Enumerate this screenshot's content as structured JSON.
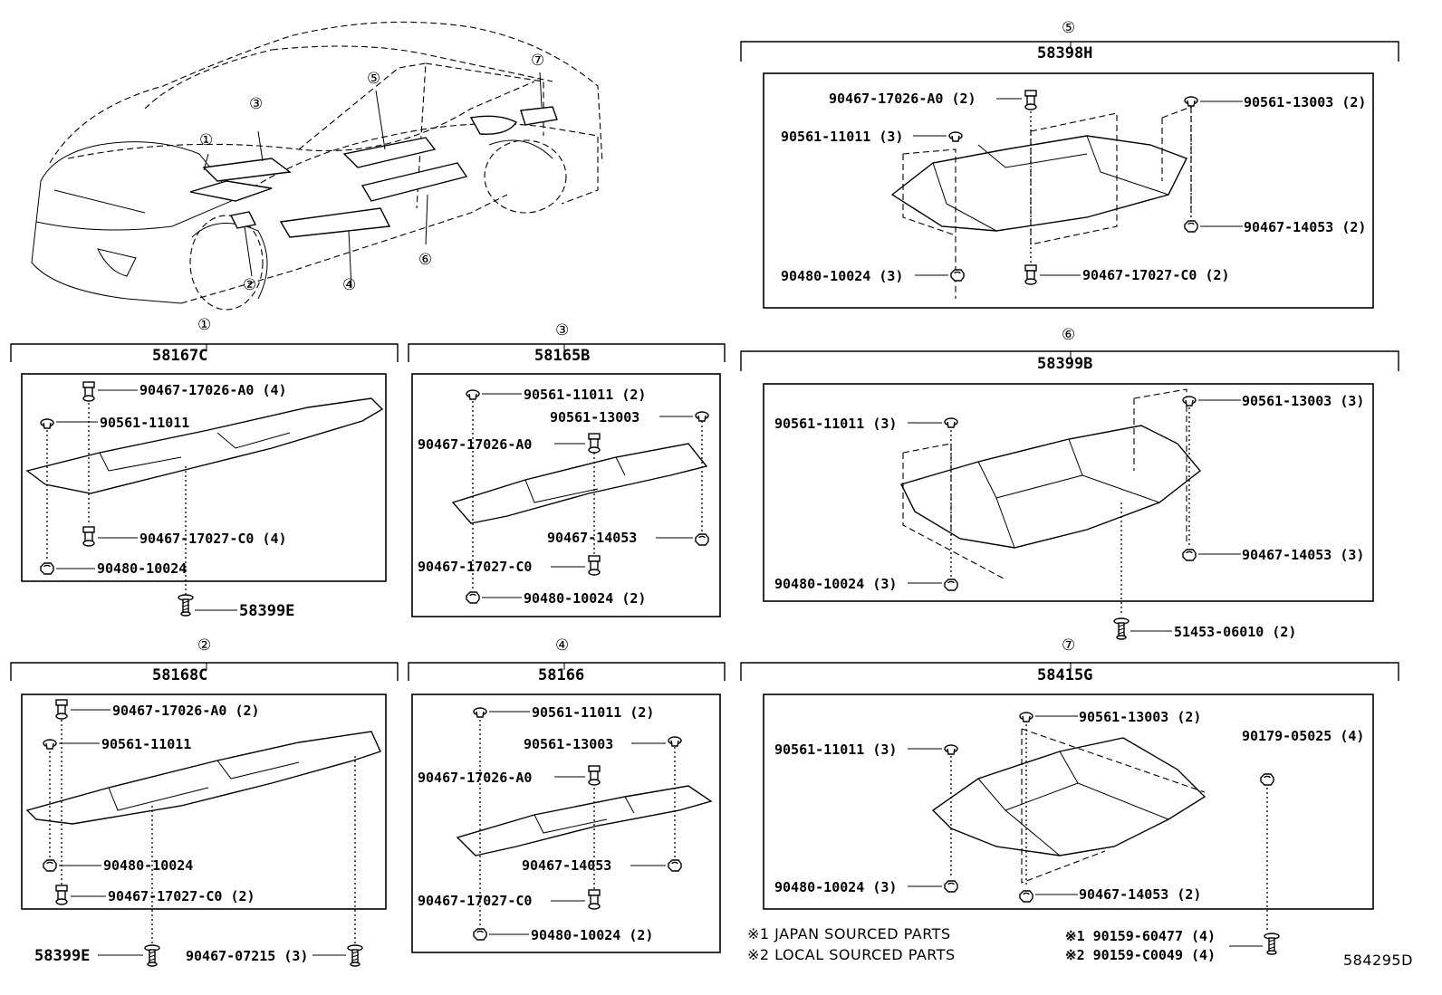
{
  "diagram_id": "584295D",
  "notes": [
    "※1 JAPAN SOURCED PARTS",
    "※2 LOCAL SOURCED PARTS"
  ],
  "note_parts": [
    "※1 90159-60477 (4)",
    "※2 90159-C0049 (4)"
  ],
  "callouts": [
    "①",
    "②",
    "③",
    "④",
    "⑤",
    "⑥",
    "⑦"
  ],
  "groups": {
    "g1": {
      "num": "①",
      "code": "58167C",
      "labels": [
        "90467-17026-A0 (4)",
        "90561-11011",
        "90467-17027-C0 (4)",
        "90480-10024",
        "58399E"
      ]
    },
    "g2": {
      "num": "②",
      "code": "58168C",
      "labels": [
        "90467-17026-A0 (2)",
        "90561-11011",
        "90480-10024",
        "90467-17027-C0 (2)",
        "58399E",
        "90467-07215 (3)"
      ]
    },
    "g3": {
      "num": "③",
      "code": "58165B",
      "labels": [
        "90561-11011 (2)",
        "90561-13003",
        "90467-17026-A0",
        "90467-14053",
        "90467-17027-C0",
        "90480-10024 (2)"
      ]
    },
    "g4": {
      "num": "④",
      "code": "58166",
      "labels": [
        "90561-11011 (2)",
        "90561-13003",
        "90467-17026-A0",
        "90467-14053",
        "90467-17027-C0",
        "90480-10024 (2)"
      ]
    },
    "g5": {
      "num": "⑤",
      "code": "58398H",
      "labels": [
        "90467-17026-A0 (2)",
        "90561-13003 (2)",
        "90561-11011 (3)",
        "90467-14053 (2)",
        "90480-10024 (3)",
        "90467-17027-C0 (2)"
      ]
    },
    "g6": {
      "num": "⑥",
      "code": "58399B",
      "labels": [
        "90561-11011 (3)",
        "90561-13003 (3)",
        "90467-14053 (3)",
        "90480-10024 (3)",
        "51453-06010 (2)"
      ]
    },
    "g7": {
      "num": "⑦",
      "code": "58415G",
      "labels": [
        "90561-13003 (2)",
        "90179-05025 (4)",
        "90561-11011 (3)",
        "90480-10024 (3)",
        "90467-14053 (2)"
      ]
    }
  }
}
